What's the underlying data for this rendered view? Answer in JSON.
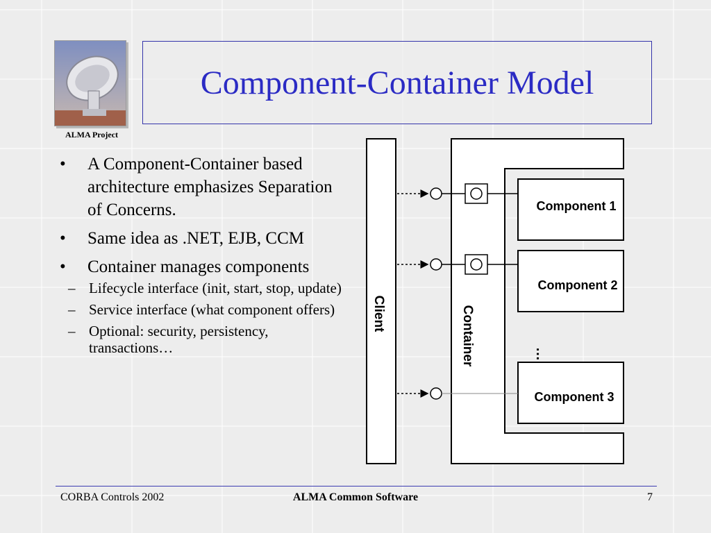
{
  "header": {
    "title": "Component-Container Model",
    "logo_caption": "ALMA Project",
    "logo_image": "radio-telescope-antenna"
  },
  "bullets": [
    {
      "text": "A Component-Container based architecture emphasizes Separation of Concerns.",
      "sub": []
    },
    {
      "text": "Same idea as .NET, EJB, CCM",
      "sub": []
    },
    {
      "text": "Container manages components",
      "sub": [
        "Lifecycle interface (init, start, stop, update)",
        "Service interface (what component offers)",
        "Optional: security, persistency, transactions…"
      ]
    }
  ],
  "bullet_symbol": "•",
  "sub_bullet_symbol": "–",
  "diagram": {
    "client_label": "Client",
    "container_label": "Container",
    "components": [
      "Component 1",
      "Component 2",
      "Component 3"
    ],
    "ellipsis": "…"
  },
  "footer": {
    "left": "CORBA Controls 2002",
    "center": "ALMA Common Software",
    "page": "7"
  },
  "colors": {
    "title": "#2b2bc4",
    "rule": "#3a3ab0",
    "background": "#ededed"
  }
}
